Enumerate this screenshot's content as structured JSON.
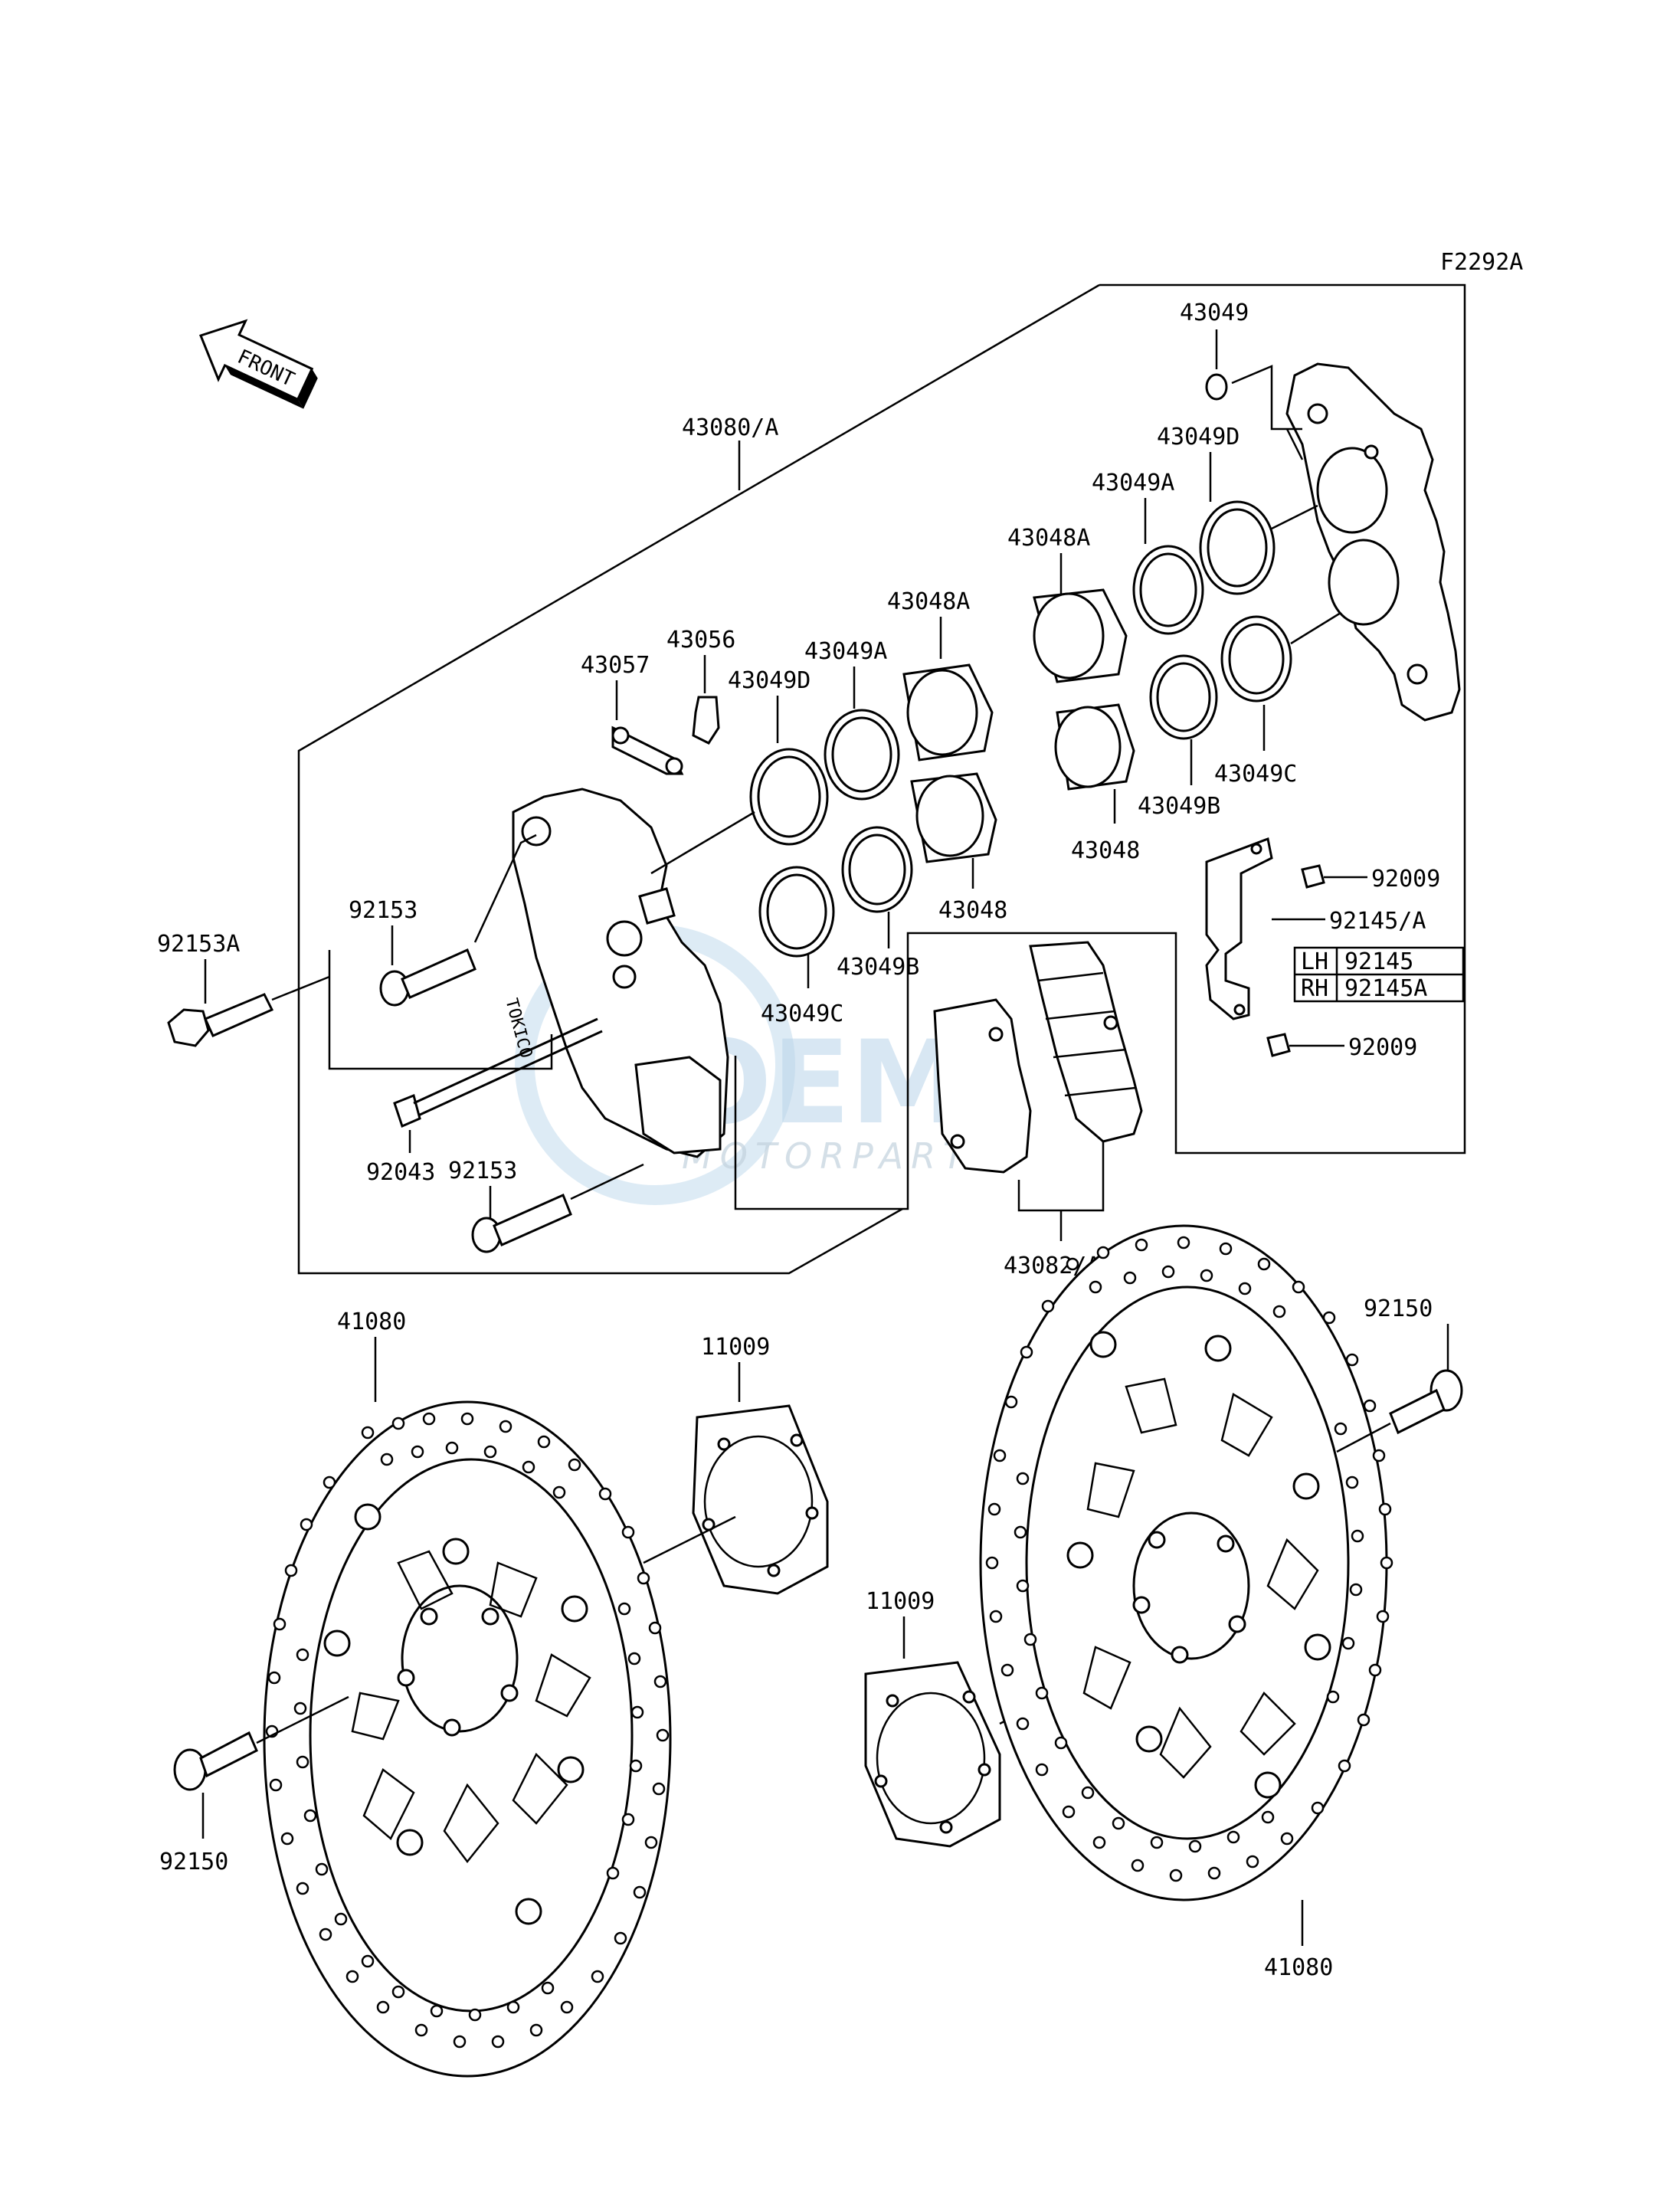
{
  "diagram_code": "F2292A",
  "direction_arrow": "FRONT",
  "watermark": {
    "main": "OEM",
    "sub": "MOTORPARTS",
    "color": "#7fb4dc"
  },
  "labels": {
    "caliper_assy": "43080/A",
    "pad_assy": "43082/A",
    "bleed_cap": "43049",
    "seal_d_right": "43049D",
    "seal_a_right": "43049A",
    "piston_a_right": "43048A",
    "piston_right": "43048",
    "seal_b_right": "43049B",
    "seal_c_right": "43049C",
    "bleeder_valve": "43056",
    "bleeder_cap": "43057",
    "piston_a_left": "43048A",
    "seal_a_left": "43049A",
    "seal_d_left": "43049D",
    "piston_left": "43048",
    "seal_b_left": "43049B",
    "seal_c_left": "43049C",
    "mount_bolt": "92153A",
    "caliper_bolt_upper": "92153",
    "caliper_bolt_lower": "92153",
    "pad_pin": "92043",
    "guard_screw_upper": "92009",
    "guard_screw_lower": "92009",
    "pad_spring": "92145/A",
    "disc_left": "41080",
    "disc_right": "41080",
    "shim_left": "11009",
    "shim_right": "11009",
    "disc_bolt_left": "92150",
    "disc_bolt_right": "92150"
  },
  "variant_table": [
    {
      "side": "LH",
      "part": "92145"
    },
    {
      "side": "RH",
      "part": "92145A"
    }
  ]
}
